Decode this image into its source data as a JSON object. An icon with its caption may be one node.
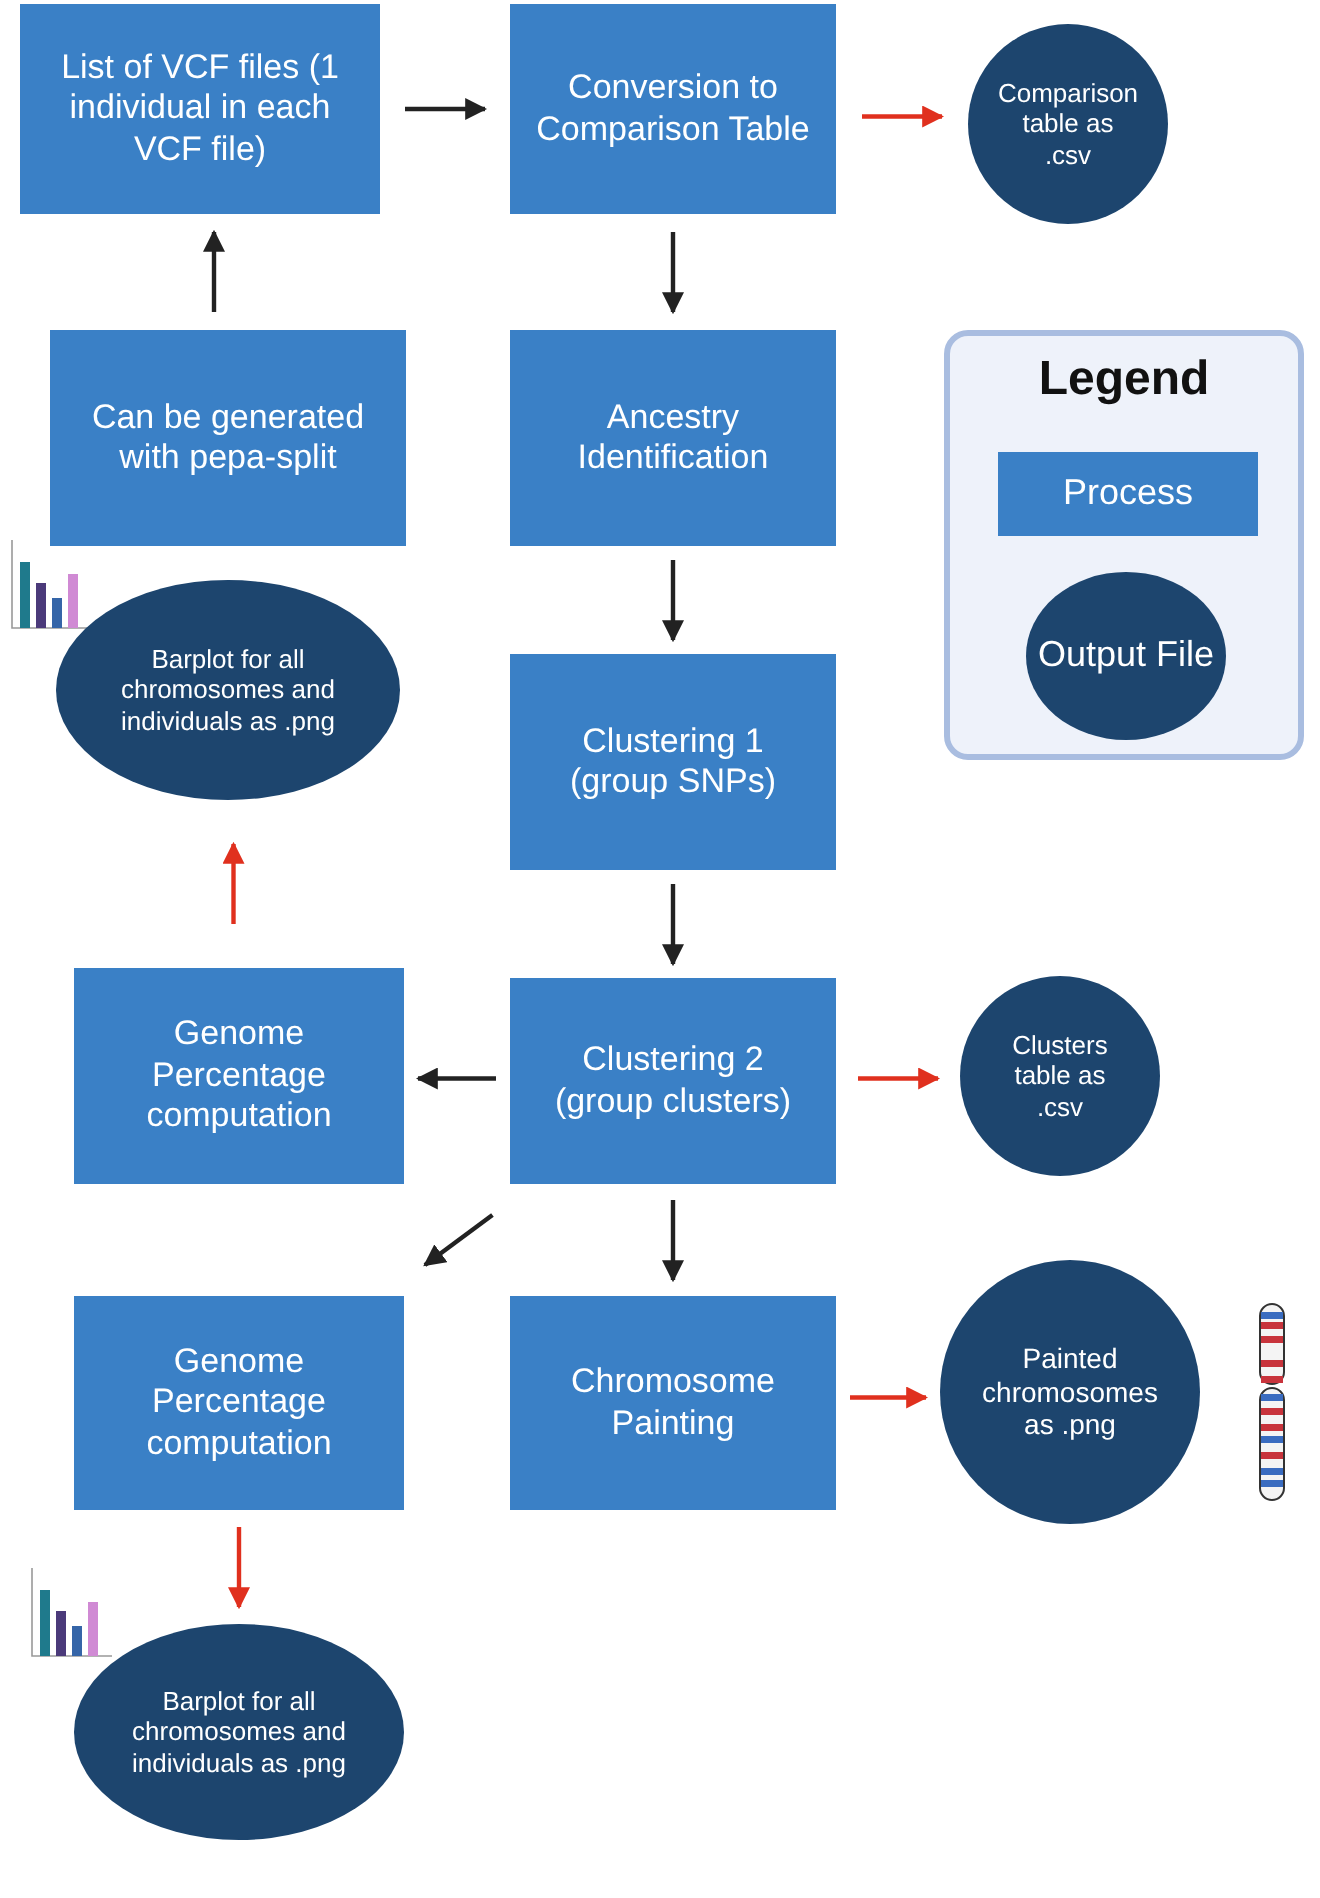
{
  "diagram": {
    "nodes": [
      {
        "text": [
          "List of VCF files (1 individual in each VCF file)"
        ]
      },
      {
        "text": [
          "Conversion to Comparison Table"
        ]
      },
      {
        "text": [
          "Comparison table as .csv"
        ]
      },
      {
        "text": [
          "Can be generated with pepa-split"
        ]
      },
      {
        "text": [
          "Ancestry Identification"
        ]
      },
      {
        "text": [
          "Barplot for all chromosomes and individuals as .png"
        ]
      },
      {
        "text": [
          "Clustering 1 (group SNPs)"
        ]
      },
      {
        "text": [
          "Genome Percentage computation"
        ]
      },
      {
        "text": [
          "Clustering 2 (group clusters)"
        ]
      },
      {
        "text": [
          "Clusters table as .csv"
        ]
      },
      {
        "text": [
          "Genome Percentage computation"
        ]
      },
      {
        "text": [
          "Chromosome Painting"
        ]
      },
      {
        "text": [
          "Painted chromosomes as .png"
        ]
      },
      {
        "text": [
          "Barplot for all chromosomes and individuals as .png"
        ]
      }
    ],
    "edges": [
      {
        "from": 0,
        "to": 1,
        "arrow": "to"
      },
      {
        "from": 1,
        "to": 2,
        "arrow": "to",
        "color": "#e0301e"
      },
      {
        "from": 3,
        "to": 0,
        "arrow": "to"
      },
      {
        "from": 1,
        "to": 4,
        "arrow": "to"
      },
      {
        "from": 4,
        "to": 6,
        "arrow": "to"
      },
      {
        "from": 7,
        "to": 5,
        "arrow": "to",
        "color": "#e0301e"
      },
      {
        "from": 6,
        "to": 8,
        "arrow": "to"
      },
      {
        "from": 8,
        "to": 7,
        "arrow": "to"
      },
      {
        "from": 8,
        "to": 9,
        "arrow": "to",
        "color": "#e0301e"
      },
      {
        "from": 8,
        "to": 10,
        "arrow": "to"
      },
      {
        "from": 8,
        "to": 11,
        "arrow": "to"
      },
      {
        "from": 11,
        "to": 12,
        "arrow": "to",
        "color": "#e0301e"
      },
      {
        "from": 10,
        "to": 13,
        "arrow": "to",
        "color": "#e0301e"
      }
    ],
    "labels": [
      "Legend"
    ],
    "legend": [
      {
        "text": "Process",
        "color": "#3a80c6"
      },
      {
        "text": "Output File",
        "color": "#1d456e"
      }
    ]
  }
}
